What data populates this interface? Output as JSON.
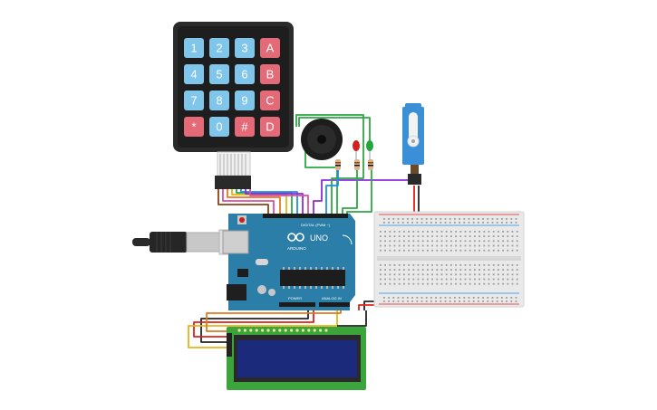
{
  "keypad": {
    "rows": [
      [
        "1",
        "2",
        "3",
        "A"
      ],
      [
        "4",
        "5",
        "6",
        "B"
      ],
      [
        "7",
        "8",
        "9",
        "C"
      ],
      [
        "*",
        "0",
        "#",
        "D"
      ]
    ],
    "number_color": "#7fc6ea",
    "letter_color": "#e56a78",
    "body_color": "#2b2b2b"
  },
  "arduino": {
    "brand": "ARDUINO",
    "model": "UNO",
    "digital_label": "DIGITAL (PWM ~)",
    "power_label": "POWER",
    "analog_label": "ANALOG IN",
    "board_color": "#2a7ea7"
  },
  "wires": {
    "black": "#222222",
    "red": "#e0201b",
    "green": "#2ea843",
    "yellow": "#e6b21a",
    "orange": "#e07a1c",
    "purple": "#8a2be2",
    "blue": "#1d8fe0",
    "pink": "#d94fa2",
    "brown": "#8b4513"
  },
  "components": {
    "buzzer": "buzzer",
    "led_red": "#d42020",
    "led_green": "#22a63a",
    "servo_color": "#3a8fd6",
    "lcd_color": "#1b2a7a",
    "lcd_board_color": "#3ba53b"
  }
}
